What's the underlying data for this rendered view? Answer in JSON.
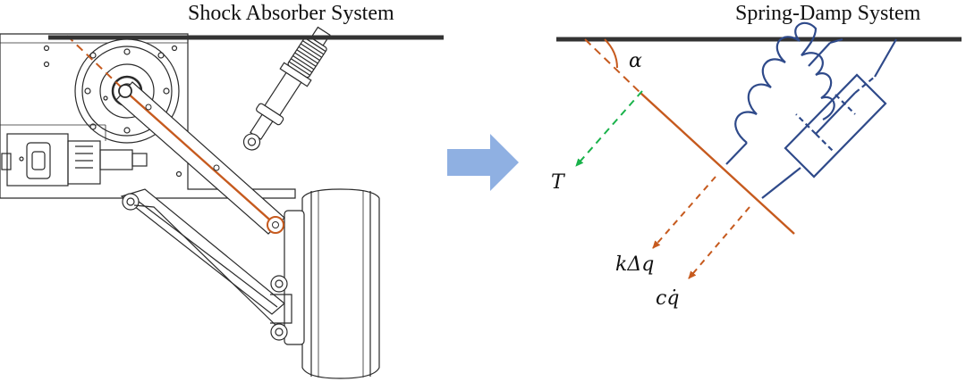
{
  "left_panel": {
    "title": "Shock Absorber System"
  },
  "right_panel": {
    "title": "Spring-Damp System",
    "labels": {
      "angle": "α",
      "tension": "T",
      "spring_force": "kΔq",
      "damper_force": "cq̇"
    }
  },
  "colors": {
    "link": "#c65a1e",
    "spring": "#2f4a8a",
    "tension_arrow": "#19b24a",
    "transition_arrow": "#8fb0e2",
    "ground": "#333333",
    "drawing": "#2a2a2a"
  },
  "icons": {
    "transition": "right-arrow-icon"
  }
}
